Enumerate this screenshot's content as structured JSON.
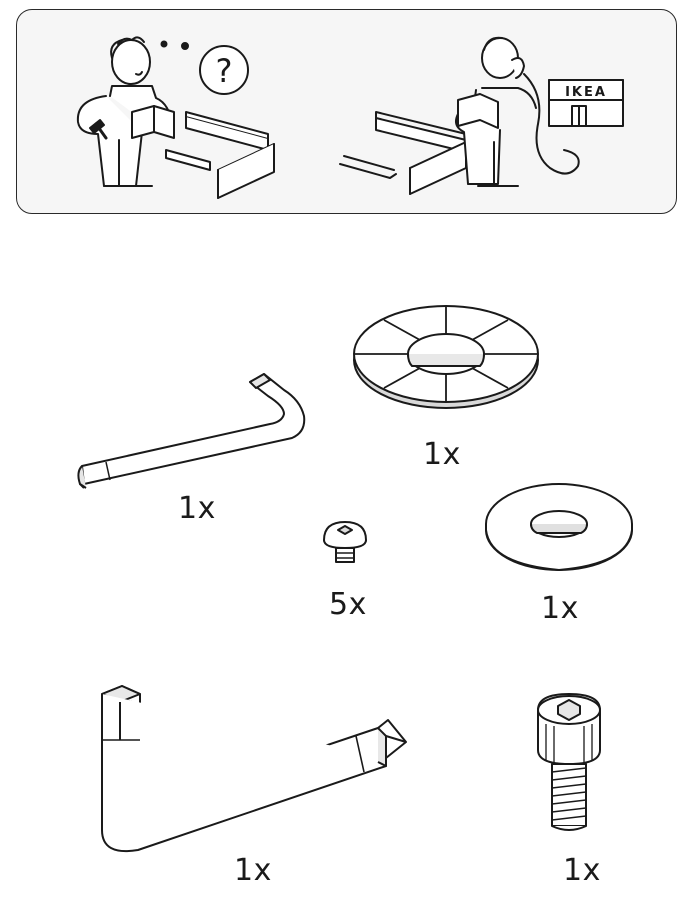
{
  "help_panel": {
    "store_sign": "IKEA",
    "question_mark": "?"
  },
  "parts": [
    {
      "id": "allen-key-small",
      "quantity": "1x"
    },
    {
      "id": "anti-slip-disc",
      "quantity": "1x"
    },
    {
      "id": "button-head-screw",
      "quantity": "5x"
    },
    {
      "id": "flat-washer",
      "quantity": "1x"
    },
    {
      "id": "allen-key-large",
      "quantity": "1x"
    },
    {
      "id": "socket-cap-bolt",
      "quantity": "1x"
    }
  ],
  "colors": {
    "line": "#1a1a1a",
    "panel_bg": "#f6f6f6",
    "part_fill": "#ffffff",
    "shade": "#cfcfcf"
  }
}
